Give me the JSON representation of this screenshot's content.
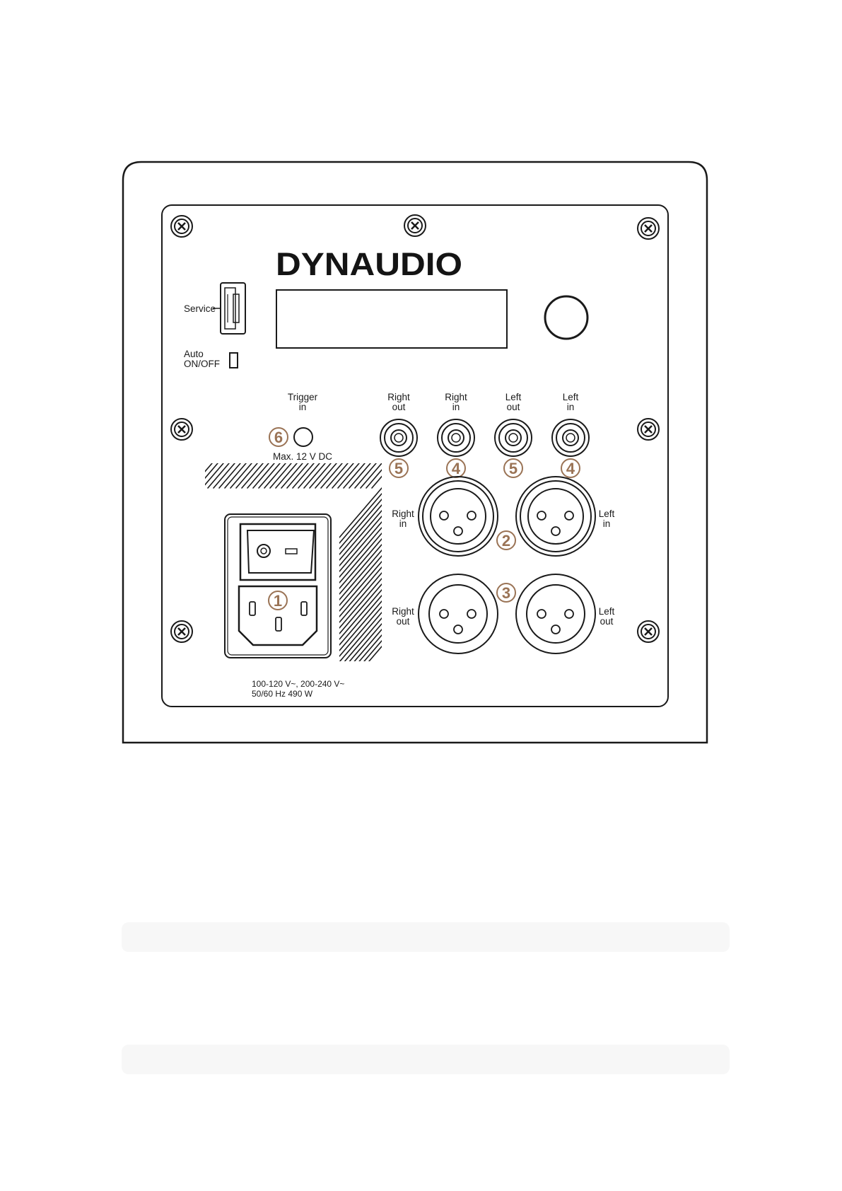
{
  "brand": "DYNAUDIO",
  "labels": {
    "service": "Service",
    "auto_line1": "Auto",
    "auto_line2": "ON/OFF",
    "trigger_line1": "Trigger",
    "trigger_line2": "in",
    "max_voltage": "Max. 12 V DC",
    "power_line1": "100-120 V~, 200-240 V~",
    "power_line2": "50/60 Hz 490 W"
  },
  "rca_jacks": [
    {
      "line1": "Right",
      "line2": "out",
      "number": "5"
    },
    {
      "line1": "Right",
      "line2": "in",
      "number": "4"
    },
    {
      "line1": "Left",
      "line2": "out",
      "number": "5"
    },
    {
      "line1": "Left",
      "line2": "in",
      "number": "4"
    }
  ],
  "xlr_inputs": {
    "number": "2",
    "left_side": {
      "line1": "Right",
      "line2": "in"
    },
    "right_side": {
      "line1": "Left",
      "line2": "in"
    }
  },
  "xlr_outputs": {
    "number": "3",
    "left_side": {
      "line1": "Right",
      "line2": "out"
    },
    "right_side": {
      "line1": "Left",
      "line2": "out"
    }
  },
  "callouts": {
    "power_inlet": "1",
    "trigger": "6"
  },
  "colors": {
    "line": "#1a1a1a",
    "callout": "#9a7355"
  }
}
